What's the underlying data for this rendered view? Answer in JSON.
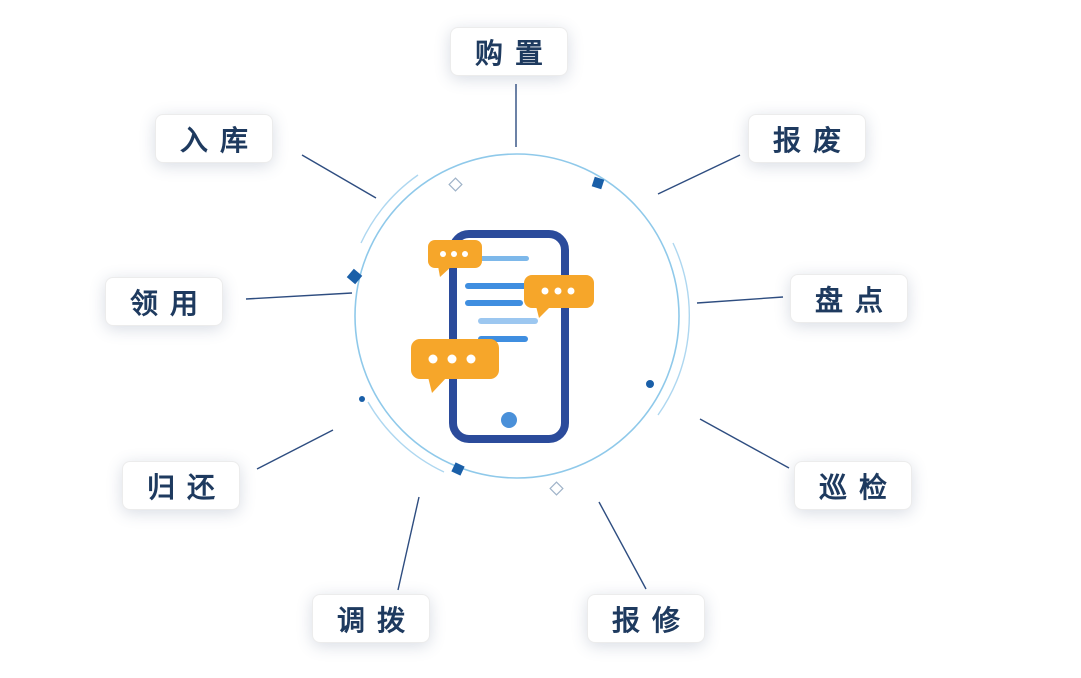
{
  "nodes": [
    {
      "label": "购置"
    },
    {
      "label": "报废"
    },
    {
      "label": "盘点"
    },
    {
      "label": "巡检"
    },
    {
      "label": "报修"
    },
    {
      "label": "调拨"
    },
    {
      "label": "归还"
    },
    {
      "label": "领用"
    },
    {
      "label": "入库"
    }
  ],
  "icons": {
    "center": "smartphone-chat-icon"
  },
  "colors": {
    "label_text": "#1e3a5f",
    "connector_line": "#2e4d80",
    "circle_ring": "#8fc9ea",
    "accent_square": "#1a5fa8",
    "phone_outline": "#2b4b9b",
    "chat_bubble": "#f6a62a",
    "screen_line": "#3f8ee0",
    "home_button": "#4a90d9"
  }
}
